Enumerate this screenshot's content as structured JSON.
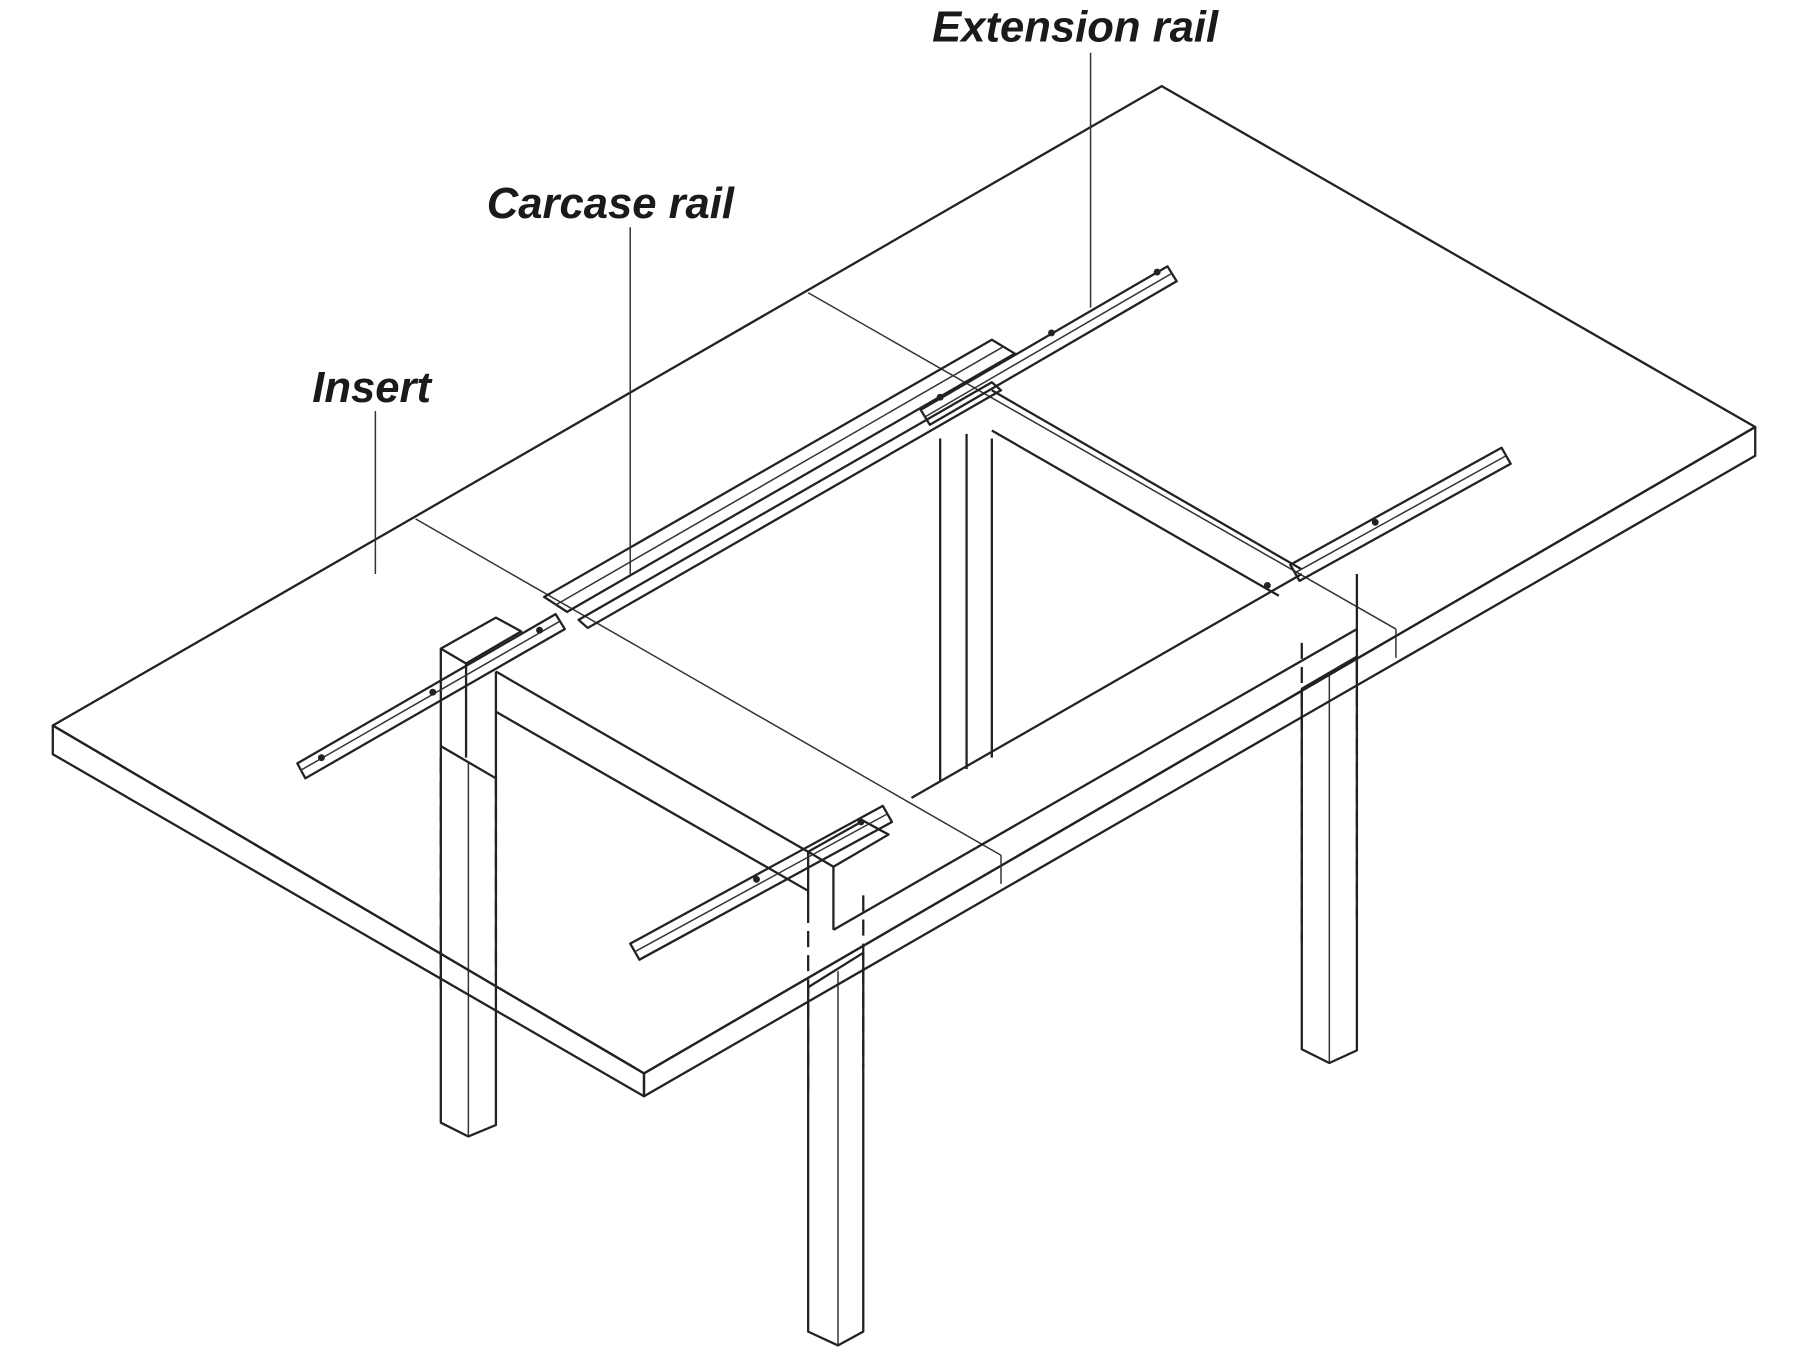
{
  "diagram": {
    "title": "Extending table with insert, carcase rails and extension rails",
    "labels": {
      "extension_rail": "Extension rail",
      "carcase_rail": "Carcase rail",
      "insert": "Insert"
    },
    "colors": {
      "surface": "#ebebeb",
      "edge": "#d6d6d6",
      "line": "#222222"
    }
  }
}
